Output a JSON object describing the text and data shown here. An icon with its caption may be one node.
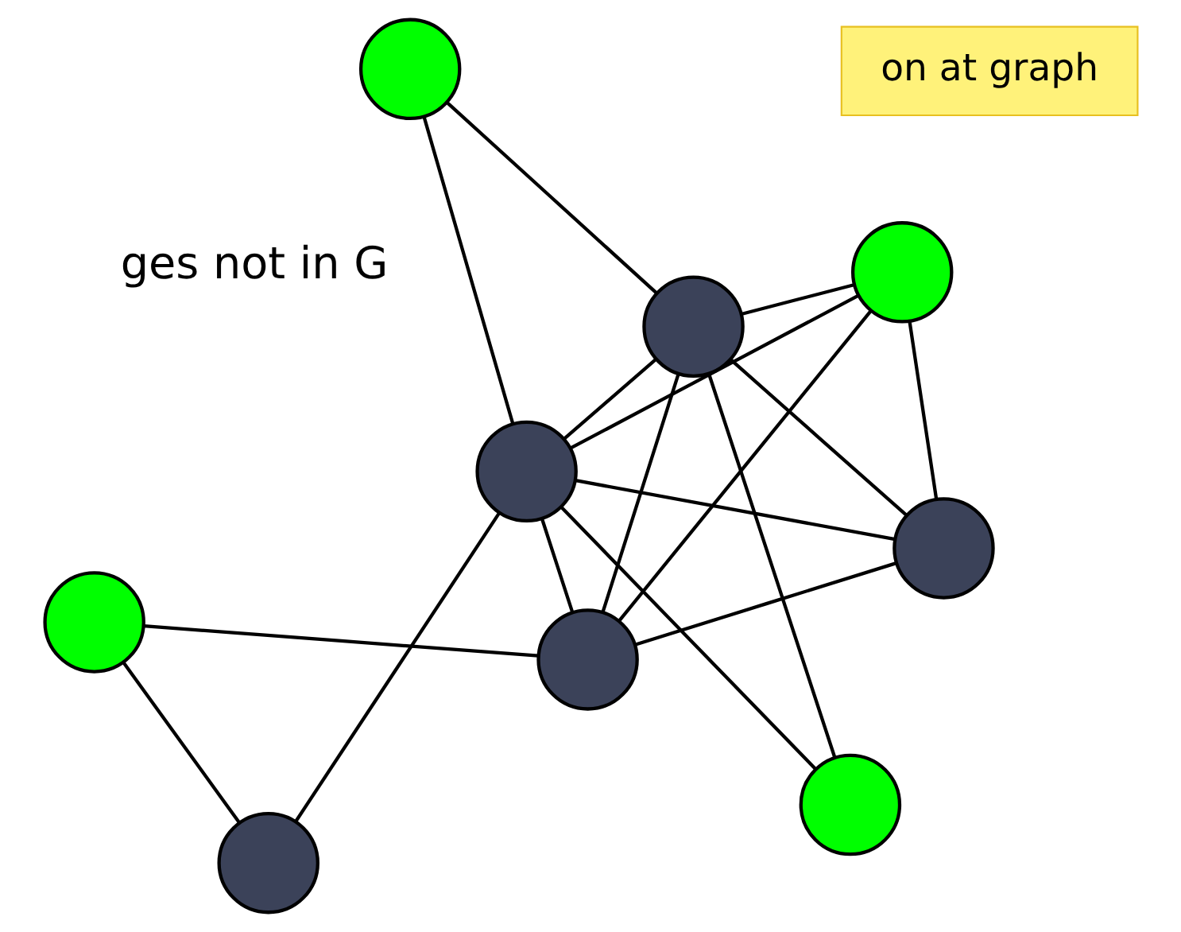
{
  "diagram": {
    "nodes": [
      {
        "text": [],
        "shape": "circle"
      },
      {
        "text": [],
        "shape": "circle"
      },
      {
        "text": [],
        "shape": "circle"
      },
      {
        "text": [],
        "shape": "circle"
      },
      {
        "text": [],
        "shape": "circle"
      },
      {
        "text": [],
        "shape": "circle"
      },
      {
        "text": [],
        "shape": "circle"
      },
      {
        "text": [],
        "shape": "circle"
      },
      {
        "text": [],
        "shape": "circle"
      },
      {
        "text": [
          "on at graph"
        ]
      }
    ],
    "edges": [
      {
        "from": 0,
        "to": 1,
        "arrow": "none"
      },
      {
        "from": 0,
        "to": 6,
        "arrow": "none"
      },
      {
        "from": 1,
        "to": 3,
        "arrow": "none"
      },
      {
        "from": 1,
        "to": 4,
        "arrow": "none"
      },
      {
        "from": 1,
        "to": 8,
        "arrow": "none"
      },
      {
        "from": 1,
        "to": 7,
        "arrow": "none"
      },
      {
        "from": 2,
        "to": 3,
        "arrow": "none"
      },
      {
        "from": 2,
        "to": 8,
        "arrow": "none"
      },
      {
        "from": 3,
        "to": 4,
        "arrow": "none"
      },
      {
        "from": 3,
        "to": 5,
        "arrow": "none"
      },
      {
        "from": 3,
        "to": 8,
        "arrow": "none"
      },
      {
        "from": 3,
        "to": 7,
        "arrow": "none"
      },
      {
        "from": 4,
        "to": 8,
        "arrow": "none"
      },
      {
        "from": 4,
        "to": 7,
        "arrow": "none"
      },
      {
        "from": 5,
        "to": 8,
        "arrow": "none"
      },
      {
        "from": 6,
        "to": 8,
        "arrow": "none"
      },
      {
        "from": 7,
        "to": 8,
        "arrow": "none"
      }
    ],
    "labels": [
      "ges not in G"
    ]
  }
}
